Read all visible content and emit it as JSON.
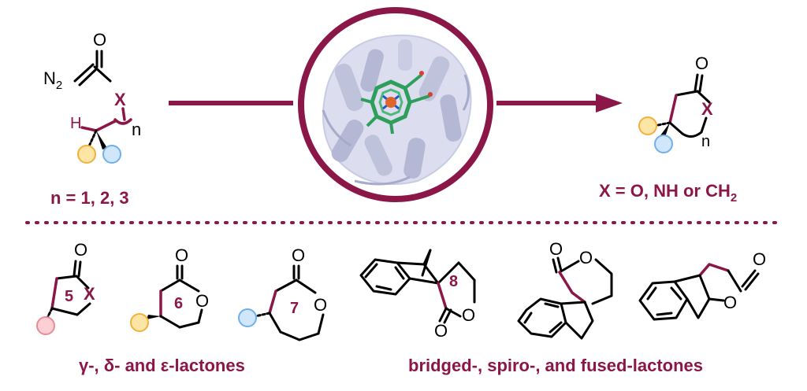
{
  "colors": {
    "accent": "#8b1748",
    "sub_yellow": "#fde5a6",
    "sub_yellow_edge": "#f1b13a",
    "sub_blue": "#cfe6fb",
    "sub_blue_edge": "#6fb0e8",
    "sub_pink": "#fbcfd4",
    "sub_pink_edge": "#e98b96",
    "protein": "#b9bcd8",
    "heme": "#2e9e5b",
    "iron": "#e0662a"
  },
  "reactant": {
    "n2": "N",
    "n2_sub": "2",
    "oxygen": "O",
    "x": "X",
    "h": "H",
    "n": "n"
  },
  "product": {
    "oxygen": "O",
    "x": "X",
    "n": "n"
  },
  "n_values": "n = 1, 2, 3",
  "x_values_main": "X = O, NH or CH",
  "x_values_sub": "2",
  "lactone_numbers": [
    "5",
    "6",
    "7",
    "8"
  ],
  "lactone_atoms": {
    "five": {
      "o": "O",
      "x": "X"
    },
    "six": {
      "o1": "O",
      "o2": "O"
    },
    "seven": {
      "o1": "O",
      "o2": "O"
    },
    "bridged": {
      "o1": "O",
      "o2": "O"
    },
    "spiro": {
      "o1": "O",
      "o2": "O"
    },
    "fused": {
      "o1": "O",
      "o2": "O"
    }
  },
  "caption_left": "γ-, δ- and ε-lactones",
  "caption_right": "bridged-, spiro-, and fused-lactones"
}
